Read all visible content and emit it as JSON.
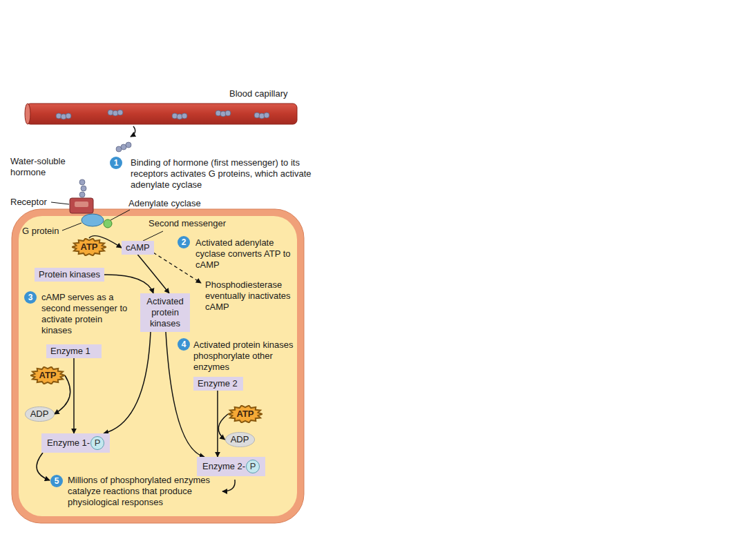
{
  "diagram": {
    "nodes": [
      {
        "text": [
          "ATP"
        ]
      },
      {
        "text": [
          "cAMP"
        ]
      },
      {
        "text": [
          "Protein kinases"
        ]
      },
      {
        "text": [
          "Activated protein kinases"
        ]
      },
      {
        "text": [
          "Enzyme 1"
        ]
      },
      {
        "text": [
          "ATP"
        ]
      },
      {
        "text": [
          "ADP"
        ]
      },
      {
        "text": [
          "Enzyme 1-",
          "P"
        ]
      },
      {
        "text": [
          "Enzyme 2"
        ]
      },
      {
        "text": [
          "ATP"
        ]
      },
      {
        "text": [
          "ADP"
        ]
      },
      {
        "text": [
          "Enzyme 2-",
          "P"
        ]
      }
    ],
    "edges": [
      {
        "from": 0,
        "to": 1,
        "arrow": "to"
      },
      {
        "from": 1,
        "to": 3,
        "arrow": "to"
      },
      {
        "from": 2,
        "to": 3,
        "arrow": "to"
      },
      {
        "from": 3,
        "to": 7,
        "arrow": "to"
      },
      {
        "from": 3,
        "to": 11,
        "arrow": "to"
      },
      {
        "from": 4,
        "to": 7,
        "arrow": "to"
      },
      {
        "from": 5,
        "to": 6,
        "arrow": "to"
      },
      {
        "from": 8,
        "to": 11,
        "arrow": "to"
      },
      {
        "from": 9,
        "to": 10,
        "arrow": "to"
      }
    ],
    "labels": [
      "Blood capillary",
      "1",
      "Binding of hormone (first messenger) to its receptors activates G proteins, which activate adenylate cyclase",
      "Water-soluble hormone",
      "Receptor",
      "Adenylate cyclase",
      "G protein",
      "Second messenger",
      "2",
      "Activated adenylate cyclase converts ATP to cAMP",
      "Phosphodiesterase eventually inactivates cAMP",
      "3",
      "cAMP serves as a second messenger to activate protein kinases",
      "4",
      "Activated protein kinases phosphorylate other enzymes",
      "5",
      "Millions of phosphorylated enzymes catalyze reactions that produce physiological responses"
    ]
  }
}
